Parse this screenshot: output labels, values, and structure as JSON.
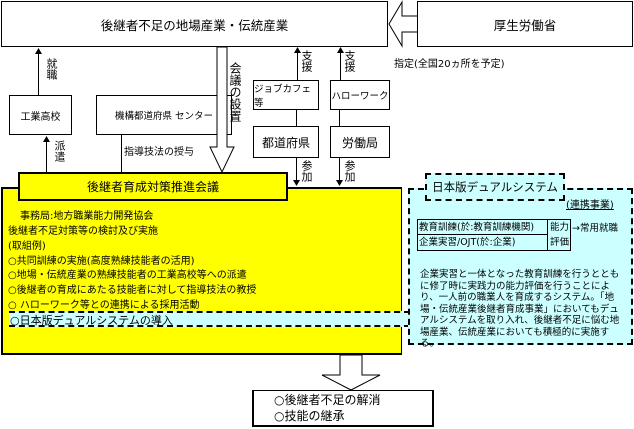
{
  "top": {
    "industry_box": "後継者不足の地場産業・伝統産業",
    "ministry_box": "厚生労働省",
    "designation_note": "指定(全国20ヵ所を予定)"
  },
  "left": {
    "school_box": "工業高校",
    "center_box": "機構都道府県 センター",
    "employment_label": "就職",
    "dispatch_label": "派遣",
    "instruction_label": "指導技法の授与"
  },
  "middle": {
    "council_setup_label": "会議の設置",
    "jobcafe_box": "ジョブカフェ等",
    "hellowork_box": "ハローワーク",
    "prefecture_box": "都道府県",
    "labor_bureau_box": "労働局",
    "support_label_1": "支援",
    "support_label_2": "支援",
    "participate_label_1": "参加",
    "participate_label_2": "参加"
  },
  "council": {
    "title": "後継者育成対策推進会議",
    "secretariat": "事務局:地方職業能力開発協会",
    "purpose": "後継者不足対策等の検討及び実施",
    "examples_header": "(取組例)",
    "items": [
      "○共同訓練の実施(高度熟練技能者の活用)",
      "○地場・伝統産業の熟練技能者の工業高校等への派遣",
      "○後継者の育成にあたる技能者に対して指導技法の教授",
      "○ ハローワーク等との連携による採用活動",
      "○日本版デュアルシステムの導入"
    ]
  },
  "dual_system": {
    "title": "日本版デュアルシステム",
    "tag": "(連携事業)",
    "table": {
      "row1": "教育訓練(於:教育訓練機関)",
      "row2": "企業実習/OJT(於:企業)",
      "eval_1": "能力",
      "eval_2": "評価"
    },
    "outcome": "→常用就職",
    "description": "企業実習と一体となった教育訓練を行うとともに修了時に実践力の能力評価を行うことにより、一人前の職業人を育成するシステム。「地場・伝統産業後継者育成事業」においてもデュアルシステムを取り入れ、後継者不足に悩む地場産業、伝統産業においても積極的に実施する。"
  },
  "result": {
    "item1": "○後継者不足の解消",
    "item2": "○技能の継承"
  },
  "colors": {
    "council_fill": "#ffff00",
    "dual_fill": "#ccffff",
    "line": "#000000"
  }
}
